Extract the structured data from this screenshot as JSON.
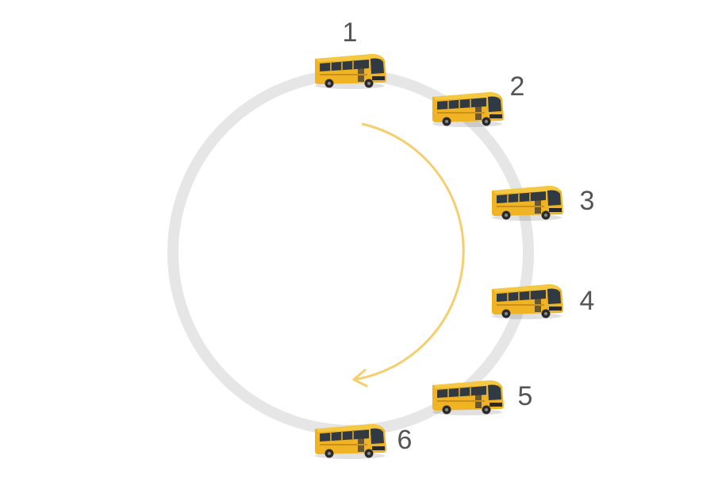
{
  "colors": {
    "ring": "#e6e6e6",
    "arrow": "#f5cf6e",
    "bus_body": "#f0b323",
    "bus_roof": "#f5c842",
    "bus_dark": "#2a2a2a",
    "bus_window": "#2f3a44",
    "number": "#555555"
  },
  "icons": {
    "bus": "bus-icon",
    "arrow": "clockwise-arrow-icon"
  },
  "buses": [
    {
      "label": "1"
    },
    {
      "label": "2"
    },
    {
      "label": "3"
    },
    {
      "label": "4"
    },
    {
      "label": "5"
    },
    {
      "label": "6"
    }
  ]
}
